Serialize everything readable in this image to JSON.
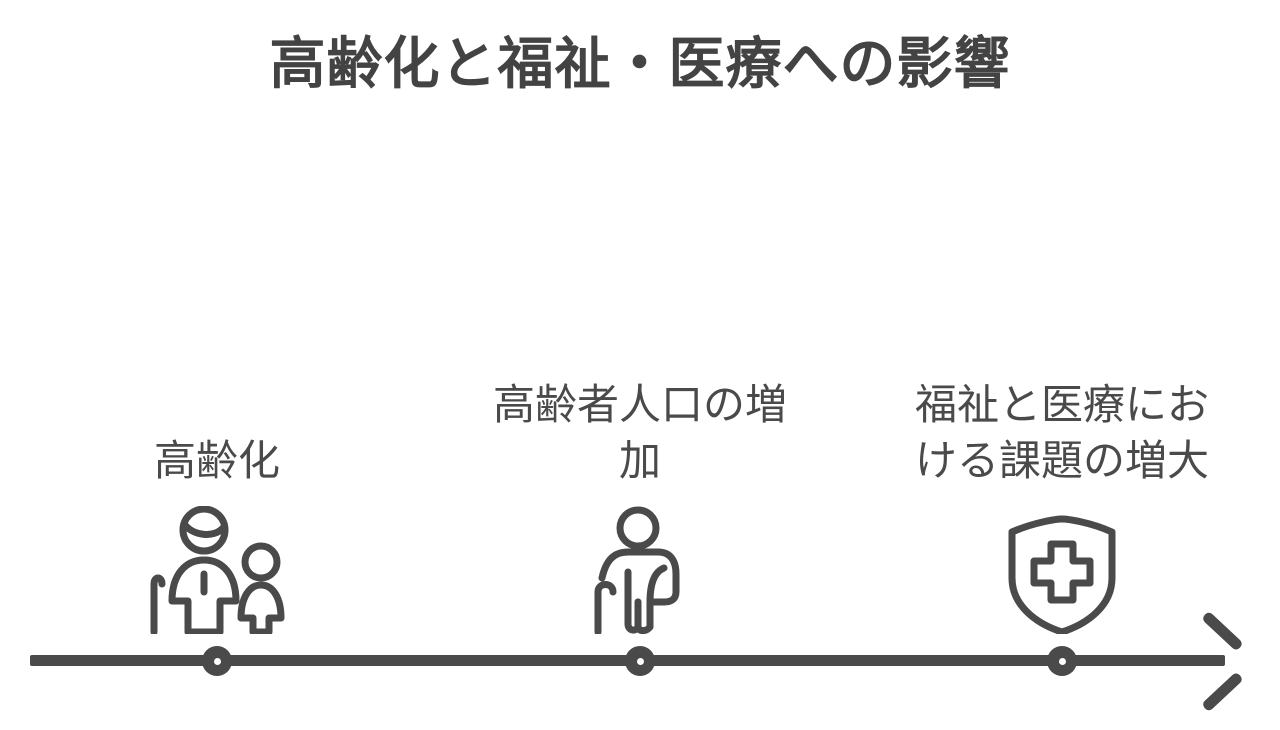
{
  "slide": {
    "title": "高齢化と福祉・医療への影響",
    "background_color": "#ffffff",
    "ink_color": "#4a4a4a",
    "title_color": "#434343"
  },
  "timeline": {
    "direction": "left-to-right",
    "arrow_label": "timeline-arrow",
    "steps": [
      {
        "index": "1",
        "label": "高齢化",
        "label_lines": [
          "高齢化"
        ],
        "icon": "elderly-couple-icon"
      },
      {
        "index": "2",
        "label": "高齢者人口の増加",
        "label_lines": [
          "高齢者人口の増",
          "加"
        ],
        "icon": "elderly-person-with-cane-icon"
      },
      {
        "index": "3",
        "label": "福祉と医療における課題の増大",
        "label_lines": [
          "福祉と医療にお",
          "ける課題の増大"
        ],
        "icon": "shield-medical-cross-icon"
      }
    ]
  }
}
